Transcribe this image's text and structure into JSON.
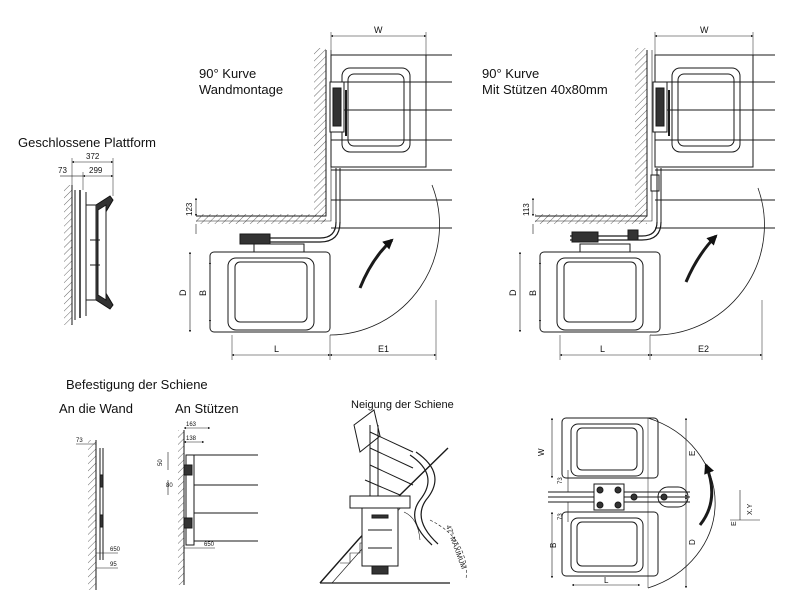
{
  "headings": {
    "closed_platform": "Geschlossene Plattform",
    "curve_wall_l1": "90° Kurve",
    "curve_wall_l2": "Wandmontage",
    "curve_post_l1": "90° Kurve",
    "curve_post_l2": "Mit Stützen 40x80mm",
    "rail_fixing": "Befestigung der Schiene",
    "on_wall": "An die Wand",
    "on_posts": "An Stützen",
    "rail_incline": "Neigung der Schiene"
  },
  "dims": {
    "closed_372": "372",
    "closed_73": "73",
    "closed_299": "299",
    "wall_W": "W",
    "wall_123": "123",
    "wall_D": "D",
    "wall_B": "B",
    "wall_L": "L",
    "wall_E1": "E1",
    "post_W": "W",
    "post_113": "113",
    "post_D": "D",
    "post_B": "B",
    "post_L": "L",
    "post_E2": "E2",
    "fix_wall_73": "73",
    "fix_wall_650": "650",
    "fix_wall_95": "95",
    "fix_post_163": "163",
    "fix_post_138": "138",
    "fix_post_50": "50",
    "fix_post_80": "80",
    "fix_post_650": "650",
    "incline_max": "47° MAXIMUM",
    "top_W": "W",
    "top_E": "E",
    "top_73a": "73",
    "top_73b": "73",
    "top_XY": "X.Y",
    "top_E_small": "E",
    "top_D": "D",
    "top_B": "B",
    "top_L": "L"
  },
  "colors": {
    "line": "#1a1a1a",
    "hatch": "#444444",
    "fill": "#ffffff"
  }
}
